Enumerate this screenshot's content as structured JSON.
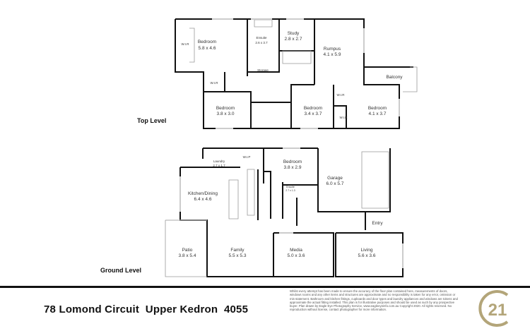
{
  "top_level": {
    "label": "Top Level",
    "rooms": [
      {
        "name": "Bedroom",
        "size": "5.8 x 4.6"
      },
      {
        "name": "Ensuite",
        "size": "2.6 x 3.7"
      },
      {
        "name": "Study",
        "size": "2.8 x 2.7"
      },
      {
        "name": "Rumpus",
        "size": "4.1 x 5.9"
      },
      {
        "name": "Balcony",
        "size": ""
      },
      {
        "name": "Storage",
        "size": ""
      },
      {
        "name": "Bedroom",
        "size": "3.8 x 3.0"
      },
      {
        "name": "Bedroom",
        "size": "3.4 x 3.7"
      },
      {
        "name": "Bedroom",
        "size": "4.1 x 3.7"
      }
    ],
    "wir_label": "W.I.R"
  },
  "ground_level": {
    "label": "Ground Level",
    "rooms": [
      {
        "name": "Laundry",
        "size": "2.7 x 1.7"
      },
      {
        "name": "W.I.P",
        "size": ""
      },
      {
        "name": "Bedroom",
        "size": "3.8 x 2.9"
      },
      {
        "name": "Garage",
        "size": "6.0 x 5.7"
      },
      {
        "name": "Kitchen/Dining",
        "size": "6.4 x 4.6"
      },
      {
        "name": "Ensuite",
        "size": "2.7 x 1.3"
      },
      {
        "name": "Entry",
        "size": ""
      },
      {
        "name": "Patio",
        "size": "3.8 x 5.4"
      },
      {
        "name": "Family",
        "size": "5.5 x 5.3"
      },
      {
        "name": "Media",
        "size": "5.0 x 3.6"
      },
      {
        "name": "Living",
        "size": "5.6 x 3.6"
      }
    ]
  },
  "footer": {
    "address": "78 Lomond Circuit  Upper Kedron  4055",
    "disclaimer": "Whilst every attempt has been made to ensure the accuracy of the floor plan contained here, measurements of doors, windows rooms and any other items and structures are approximate and no responsibility is taken for any error, omission or mis-statement. Bathroom and kitchen fittings, cupboards and door types and laundry appliances and windows are tokens and approximate the actual fitting installed. This plan is for illustrative purposes and should be used as such by any prospective buyer. Plan drawn by Eagle Eye Photography Service, www.eagleeyeinfo.com.au Copyright 2020. All rights reserved. No reproduction without license, contact photographer for more information.",
    "logo_text": "21",
    "logo_color": "#b3a579"
  }
}
